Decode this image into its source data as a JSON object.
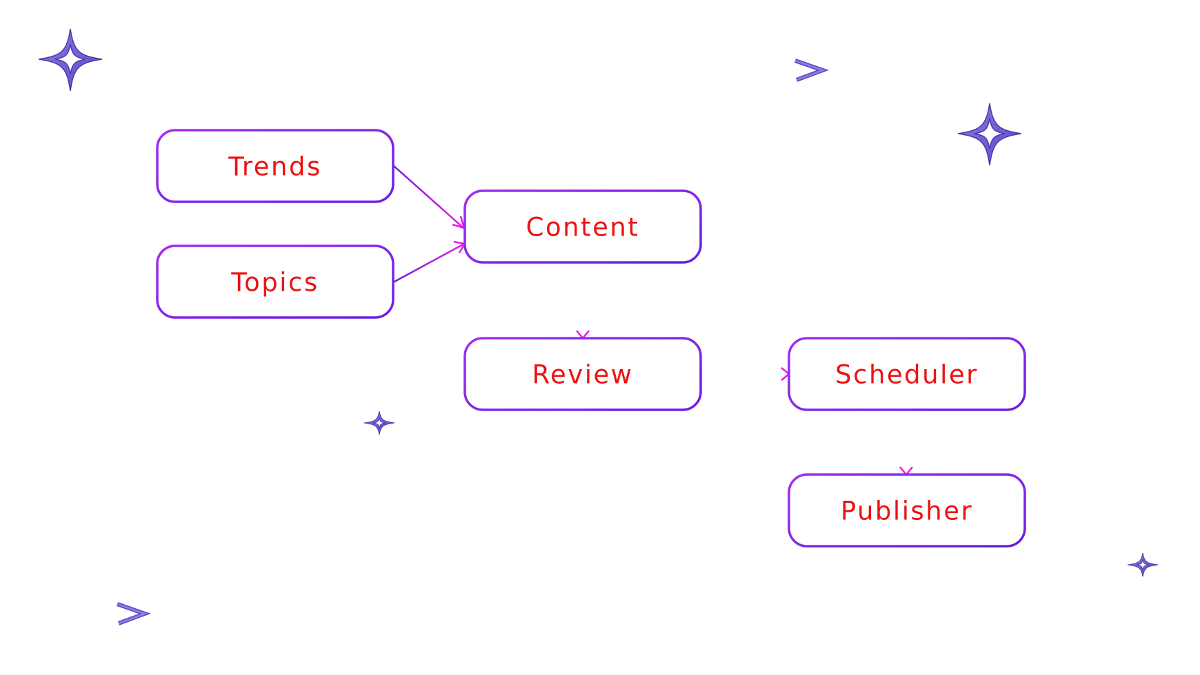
{
  "colors": {
    "background": "#ffffff",
    "node_border_start": "#9b2cf0",
    "node_border_end": "#6a1fe0",
    "node_text": "#ee1111",
    "edge_line_start": "#6a1fe0",
    "edge_line_end": "#e81ae8",
    "decor_fill": "#6f5fd6",
    "decor_shadow": "#4b3aa8"
  },
  "nodes": {
    "trends": {
      "label": "Trends"
    },
    "topics": {
      "label": "Topics"
    },
    "content": {
      "label": "Content"
    },
    "review": {
      "label": "Review"
    },
    "scheduler": {
      "label": "Scheduler"
    },
    "publisher": {
      "label": "Publisher"
    }
  },
  "edges": [
    {
      "from": "trends",
      "to": "content"
    },
    {
      "from": "topics",
      "to": "content"
    },
    {
      "from": "content",
      "to": "review"
    },
    {
      "from": "review",
      "to": "scheduler"
    },
    {
      "from": "scheduler",
      "to": "publisher"
    }
  ],
  "decorations": [
    {
      "type": "sparkle-icon"
    },
    {
      "type": "sparkle-icon"
    },
    {
      "type": "sparkle-icon"
    },
    {
      "type": "sparkle-icon"
    },
    {
      "type": "chevron-right-icon"
    },
    {
      "type": "chevron-right-icon"
    }
  ]
}
